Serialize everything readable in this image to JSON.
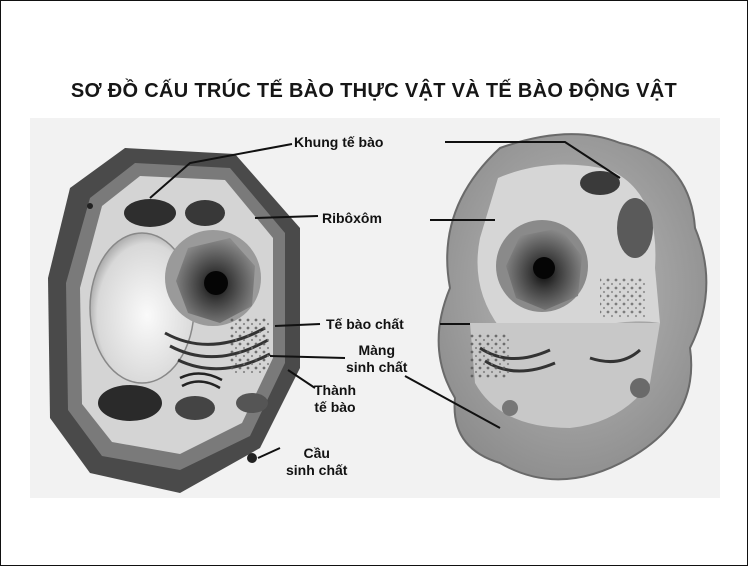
{
  "title": "SƠ ĐỒ CẤU TRÚC TẾ BÀO THỰC VẬT VÀ TẾ BÀO ĐỘNG VẬT",
  "labels": {
    "khung_te_bao": "Khung tế bào",
    "riboxom": "Ribôxôm",
    "te_bao_chat": "Tế bào chất",
    "mang_sinh_chat_1": "Màng",
    "mang_sinh_chat_2": "sinh chất",
    "thanh_te_bao_1": "Thành",
    "thanh_te_bao_2": "tế bào",
    "cau_sinh_chat_1": "Cầu",
    "cau_sinh_chat_2": "sinh chất"
  },
  "colors": {
    "plant_wall": "#4a4a4a",
    "animal_membrane": "#9a9a9a",
    "nucleus": "#3a3a3a"
  }
}
